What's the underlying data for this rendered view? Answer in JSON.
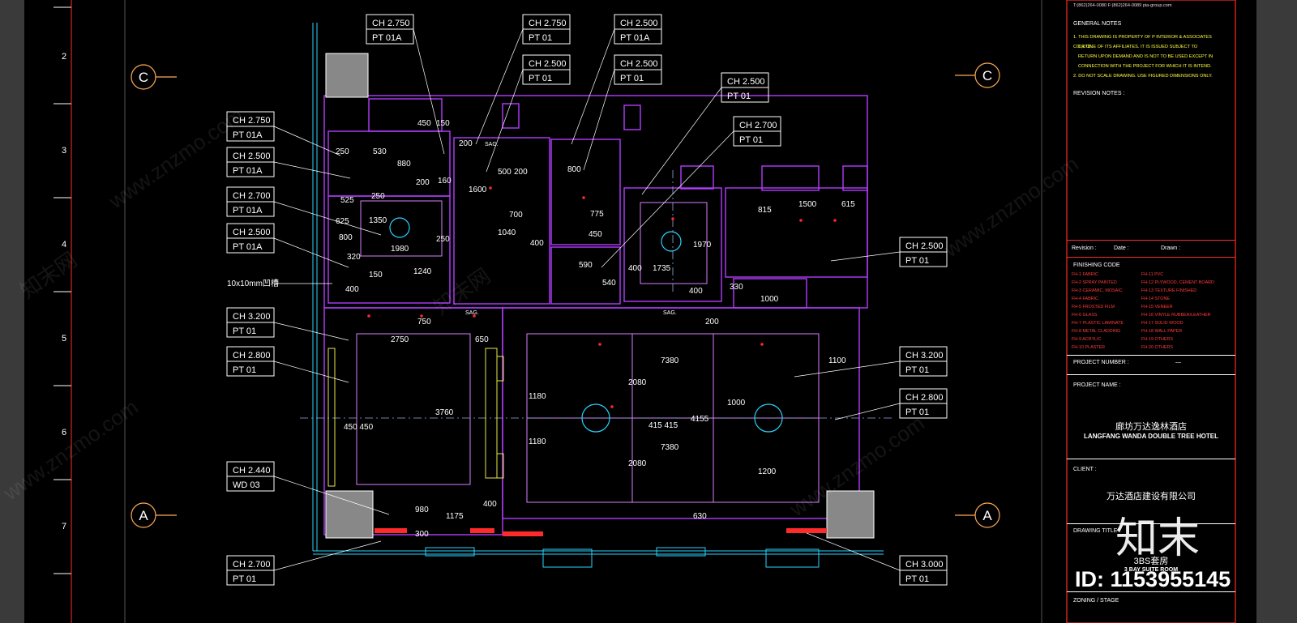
{
  "colors": {
    "background": "#000000",
    "wall": "#b53dff",
    "dimension": "#ffffff",
    "leader": "#ffffff",
    "tag_border": "#ffffff",
    "ceiling_line": "#b53dff",
    "curtain": "#ff2a2a",
    "glass": "#2ad4ff",
    "grid_bubble": "#ffffff",
    "titleblock_note": "#ffff44",
    "titleblock_red": "#ff3b3b"
  },
  "grid": {
    "bubbles_left": [
      "C",
      "A"
    ],
    "bubbles_right": [
      "C",
      "A"
    ],
    "ruler_numbers": [
      "2",
      "3",
      "4",
      "5",
      "6",
      "7"
    ]
  },
  "tags": [
    {
      "ch": "CH 2.750",
      "pt": "PT  01A"
    },
    {
      "ch": "CH 2.500",
      "pt": "PT  01A"
    },
    {
      "ch": "CH 2.700",
      "pt": "PT  01A"
    },
    {
      "ch": "CH 2.500",
      "pt": "PT  01A"
    },
    {
      "ch": "CH 3.200",
      "pt": "PT  01"
    },
    {
      "ch": "CH 2.800",
      "pt": "PT  01"
    },
    {
      "ch": "CH 2.440",
      "pt": "WD  03"
    },
    {
      "ch": "CH 2.700",
      "pt": "PT  01"
    },
    {
      "ch": "CH 2.750",
      "pt": "PT  01A"
    },
    {
      "ch": "CH 2.500",
      "pt": "PT  01"
    },
    {
      "ch": "CH 2.750",
      "pt": "PT  01"
    },
    {
      "ch": "CH 2.500",
      "pt": "PT  01A"
    },
    {
      "ch": "CH 2.500",
      "pt": "PT  01"
    },
    {
      "ch": "CH 2.700",
      "pt": "PT  01"
    },
    {
      "ch": "CH 2.500",
      "pt": "PT  01"
    },
    {
      "ch": "CH 3.200",
      "pt": "PT  01"
    },
    {
      "ch": "CH 2.800",
      "pt": "PT  01"
    },
    {
      "ch": "CH 3.000",
      "pt": "PT  01"
    }
  ],
  "side_label": "10x10mm凹槽",
  "dimensions": [
    "450",
    "150",
    "530",
    "250",
    "200",
    "160",
    "880",
    "250",
    "200",
    "1600",
    "500",
    "200",
    "800",
    "775",
    "700",
    "400",
    "1040",
    "450",
    "1350",
    "1980",
    "800",
    "250",
    "1240",
    "150",
    "400",
    "1500",
    "815",
    "615",
    "1970",
    "1735",
    "400",
    "540",
    "590",
    "330",
    "1000",
    "1100",
    "2750",
    "650",
    "750",
    "7380",
    "2080",
    "1180",
    "3760",
    "4155",
    "415 415",
    "1000",
    "1180",
    "2080",
    "1200",
    "7380",
    "450 450",
    "980",
    "1175",
    "400",
    "630",
    "300",
    "400",
    "200",
    "320",
    "525",
    "625"
  ],
  "room_marks": [
    "SAG.",
    "SAG.",
    "SAG."
  ],
  "titleblock": {
    "contact": "T:(862)264-0080 F:(862)264-0089 pia-group.com",
    "general_notes_title": "GENERAL NOTES",
    "notes": [
      "1. THIS DRAWING IS PROPERTY OF P INTERIOR & ASSOCIATES CO.,LTD.",
      "OR ONE OF ITS AFFILIATES. IT IS ISSUED SUBJECT TO",
      "RETURN UPON DEMAND AND IS NOT TO BE USED EXCEPT IN",
      "CONNECTION WITH THE PROJECT FOR WHICH IT IS INTEND.",
      "2. DO NOT SCALE DRAWING. USE FIGURED DIMENSIONS ONLY."
    ],
    "revision_notes": "REVISION NOTES :",
    "revision": "Revision :",
    "date": "Date :",
    "drawn": "Drawn :",
    "finishing_code": "FINISHING CODE",
    "finishes_left": [
      "FH-1 FABRIC",
      "FH-2 SPRAY PAINTED",
      "FH-3 CERAMIC, MOSAIC",
      "FH-4 FABRIC",
      "FH-5 FROSTED FILM",
      "FH-6 GLASS",
      "FH-7 PLASTIC LAMINATE",
      "FH-8 METAL CLADDING",
      "FH-9 ACRYLIC",
      "FH-10 PLASTER"
    ],
    "finishes_right": [
      "FH-11 PVC",
      "FH-12 PLYWOOD, CEMENT BOARD",
      "FH-13 TEXTURE FINISHED",
      "FH-14 STONE",
      "FH-15 VENEER",
      "FH-16 VINYLE RUBBER/LEATHER",
      "FH-17 SOLID WOOD",
      "FH-18 WALL PAPER",
      "FH-19 OTHERS",
      "FH-20 OTHERS"
    ],
    "project_number": "PROJECT NUMBER :",
    "project_number_value": "—",
    "project_name": "PROJECT NAME :",
    "project_name_cn": "廊坊万达逸林酒店",
    "project_name_en": "LANGFANG WANDA DOUBLE TREE  HOTEL",
    "client": "CLIENT :",
    "client_name": "万达酒店建设有限公司",
    "drawing_title": "DRAWING TITLE :",
    "drawing_title_cn": "3BS套房",
    "drawing_title_en": "3 BAY SUITE ROOM",
    "zoning": "ZONING / STAGE"
  },
  "watermark": {
    "site": "www.znzmo.com",
    "cn": "知末网",
    "logo": "知末",
    "id": "ID: 1153955145"
  }
}
